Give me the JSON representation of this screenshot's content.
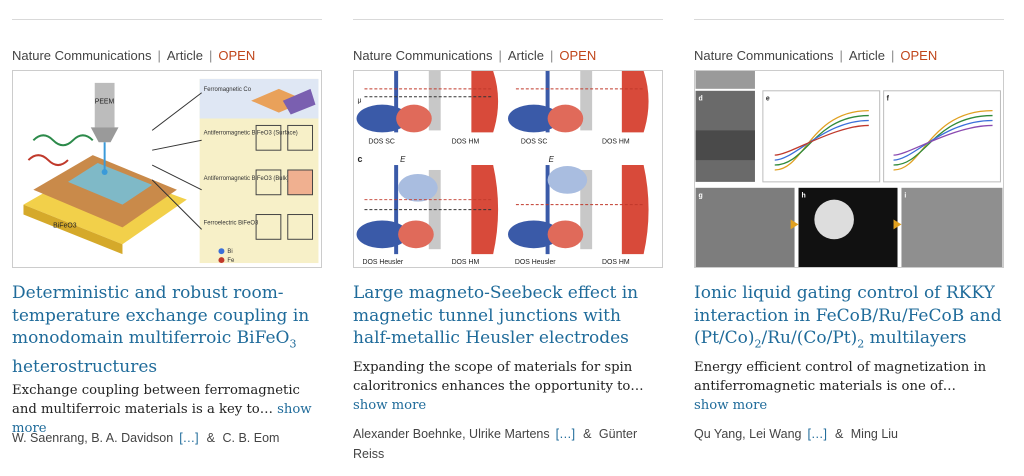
{
  "cards": [
    {
      "journal": "Nature Communications",
      "type": "Article",
      "access": "OPEN",
      "title_parts": [
        "Deterministic and robust room-temperature exchange coupling in monodomain multiferroic BiFeO",
        "3",
        " heterostructures"
      ],
      "description": "Exchange coupling between ferromagnetic and multiferroic materials is a key to…",
      "show_more": "show more",
      "authors_first": "W. Saenrang, B. A. Davidson",
      "authors_ellipsis": "[…]",
      "authors_amp": "&",
      "authors_last": "C. B. Eom",
      "figure_labels": {
        "peem": "PEEM",
        "ferromagnetic": "Ferromagnetic Co",
        "afm_surface": "Antiferromagnetic BiFeO3 (Surface)",
        "afm_bulk": "Antiferromagnetic BiFeO3 (Bulk)",
        "ferroelectric": "Ferroelectric BiFeO3",
        "bfo": "BiFeO3",
        "bi": "Bi",
        "fe": "Fe"
      }
    },
    {
      "journal": "Nature Communications",
      "type": "Article",
      "access": "OPEN",
      "title_parts": [
        "Large magneto-Seebeck effect in magnetic tunnel junctions with half-metallic Heusler electrodes"
      ],
      "description": "Expanding the scope of materials for spin caloritronics enhances the opportunity to…",
      "show_more": "show more",
      "authors_first": "Alexander Boehnke, Ulrike Martens",
      "authors_ellipsis": "[…]",
      "authors_amp": "&",
      "authors_last": "Günter Reiss",
      "figure_labels": {
        "dos_sc": "DOS SC",
        "dos_hm": "DOS HM",
        "dos_heusler": "DOS Heusler",
        "panel_c": "c",
        "mu": "μ",
        "energy": "E"
      }
    },
    {
      "journal": "Nature Communications",
      "type": "Article",
      "access": "OPEN",
      "title_parts": [
        "Ionic liquid gating control of RKKY interaction in FeCoB/Ru/FeCoB and (Pt/Co)",
        "2",
        "/Ru/(Co/Pt)",
        "2",
        " multilayers"
      ],
      "description": "Energy efficient control of magnetization in antiferromagnetic materials is one of…",
      "show_more": "show more",
      "authors_first": "Qu Yang, Lei Wang",
      "authors_ellipsis": "[…]",
      "authors_amp": "&",
      "authors_last": "Ming Liu",
      "figure_labels": {
        "panel_d": "d",
        "panel_e": "e",
        "panel_f": "f",
        "panel_g": "g",
        "panel_h": "h",
        "panel_i": "i"
      }
    }
  ]
}
